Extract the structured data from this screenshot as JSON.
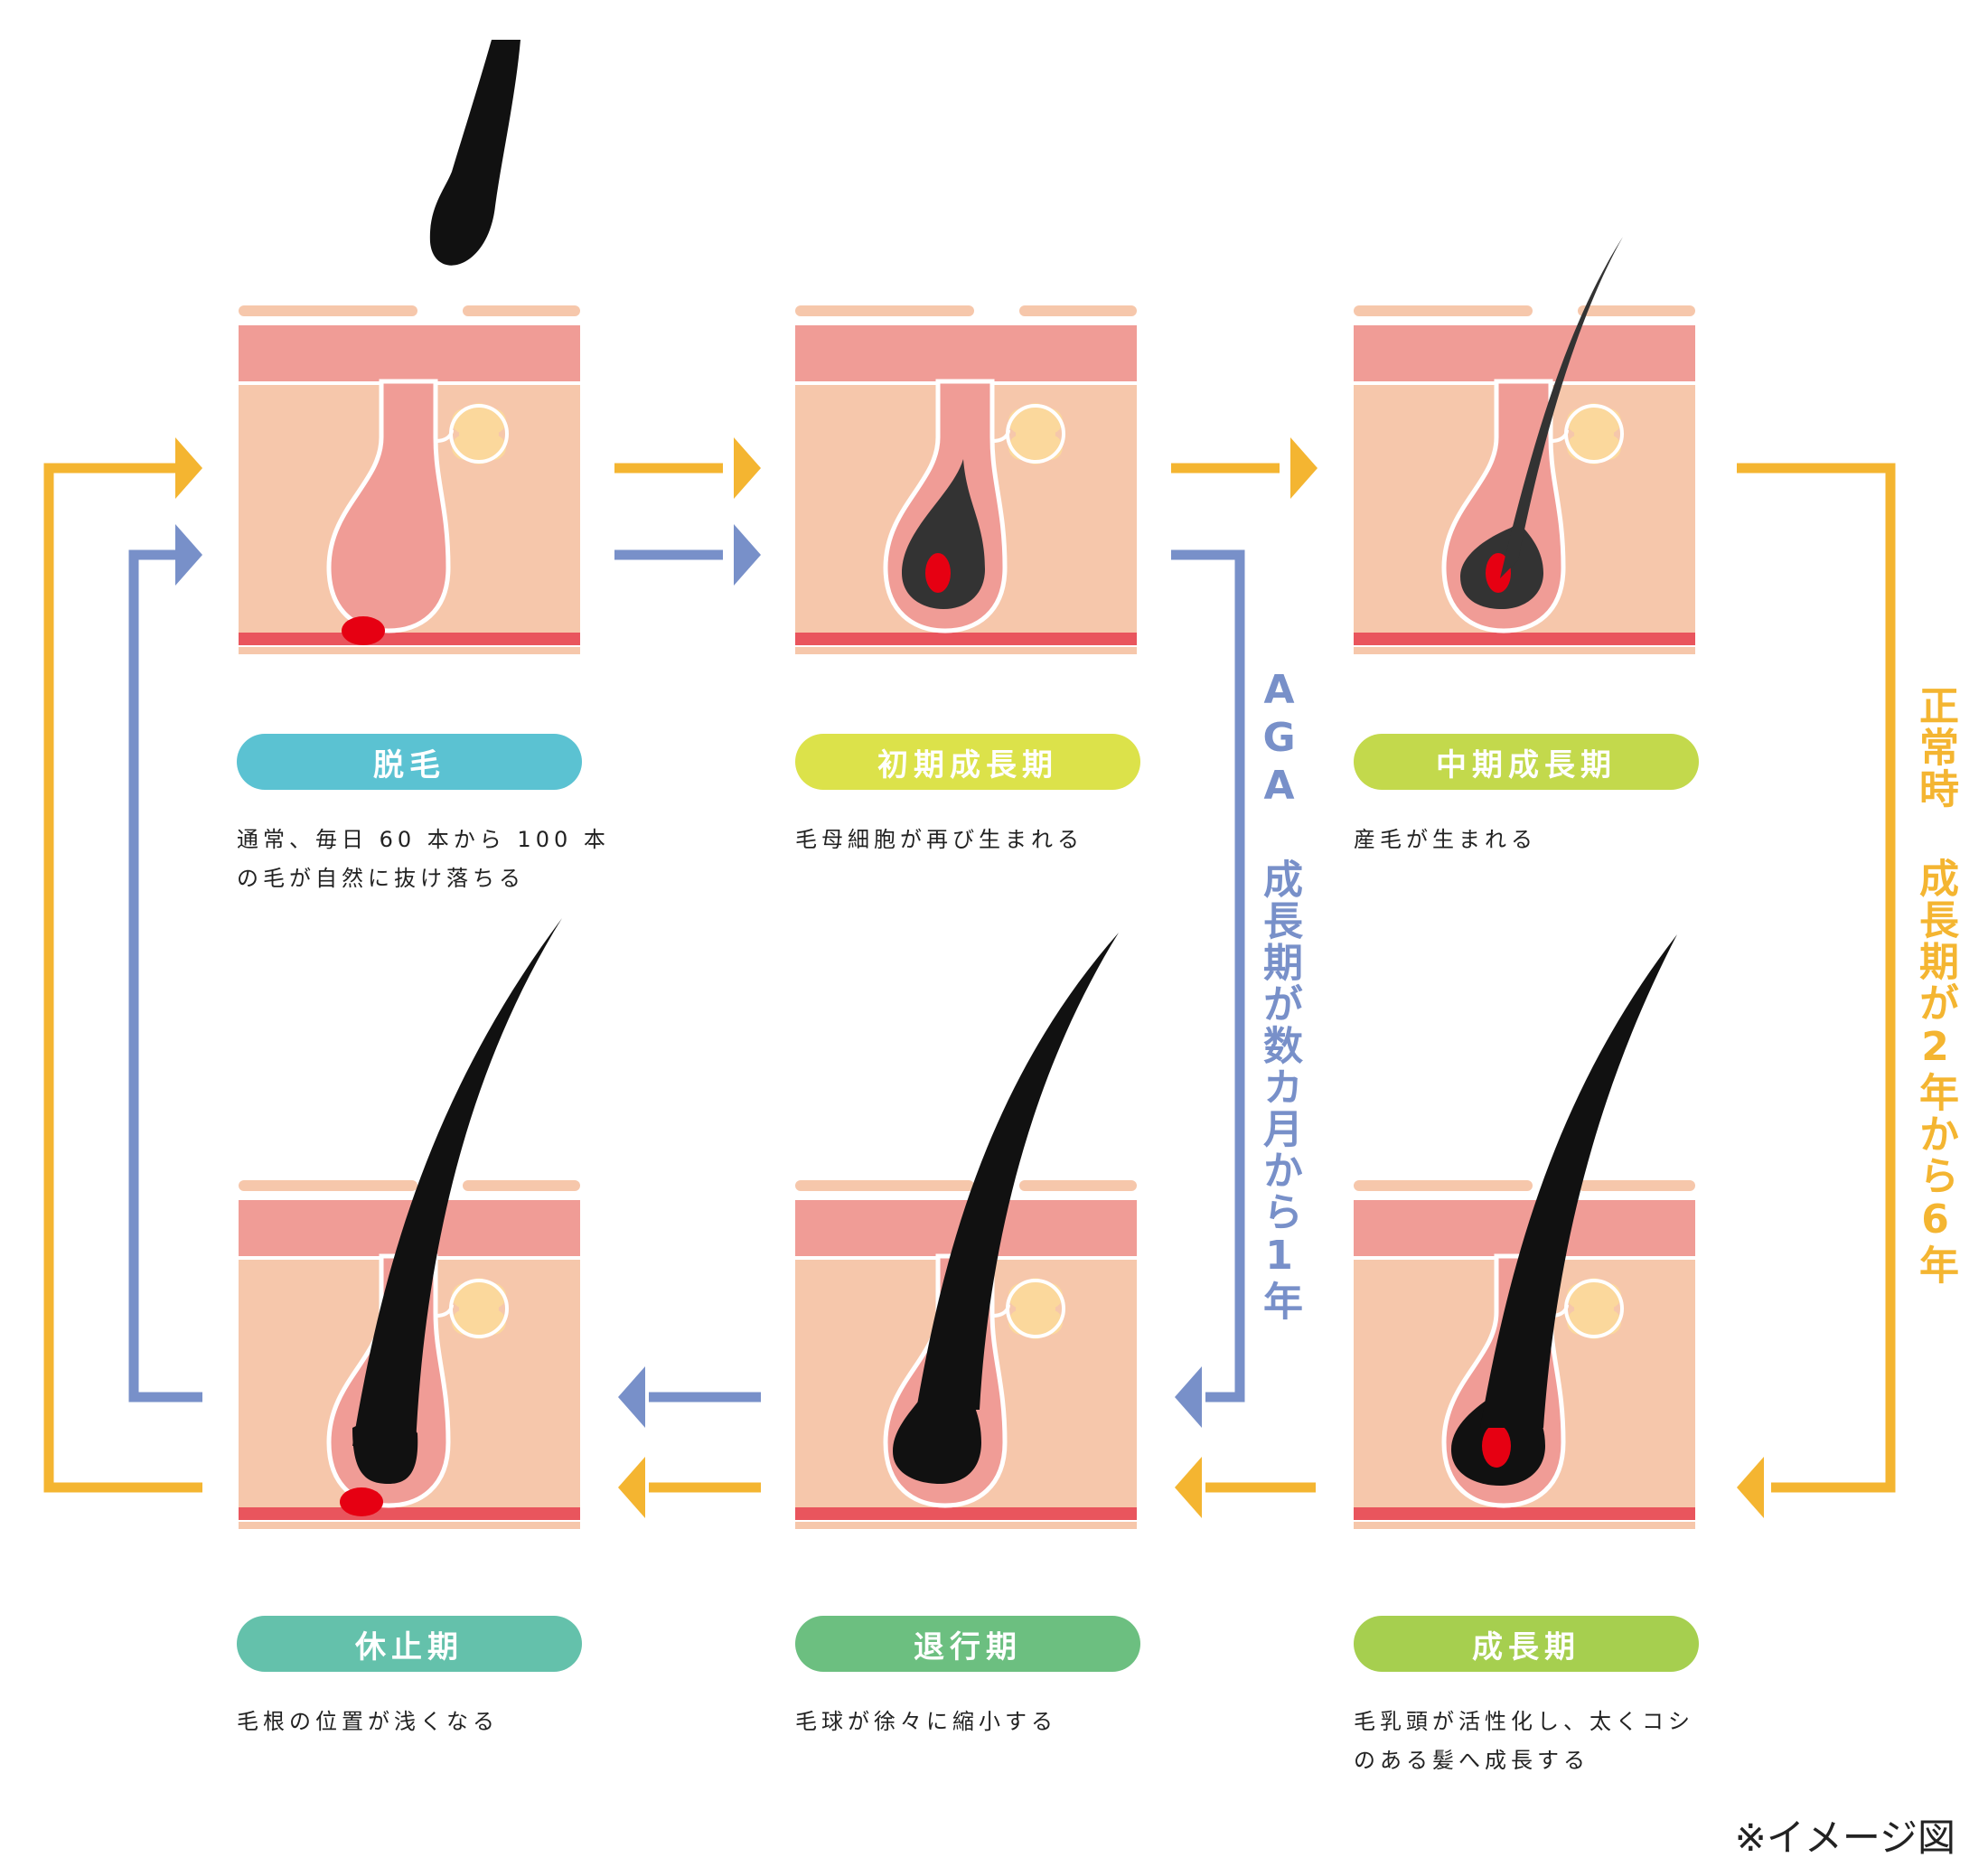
{
  "colors": {
    "arrow_orange": "#f4b531",
    "arrow_blue": "#7890c9",
    "skin_light": "#f6c7ab",
    "skin_dark": "#f09c96",
    "fat_line": "#e9555d",
    "sebaceous": "#fbd89c",
    "hair": "#111111",
    "bulb_dark": "#333333",
    "papilla": "#e60012"
  },
  "stages": [
    {
      "id": "datsumou",
      "label": "脱毛",
      "color": "#5bc2d2",
      "desc": [
        "通常、毎日 60 本から 100 本",
        "の毛が自然に抜け落ちる"
      ]
    },
    {
      "id": "shoki",
      "label": "初期成長期",
      "color": "#dce24a",
      "desc": [
        "毛母細胞が再び生まれる"
      ]
    },
    {
      "id": "chuki",
      "label": "中期成長期",
      "color": "#c3d94c",
      "desc": [
        "産毛が生まれる"
      ]
    },
    {
      "id": "kyushi",
      "label": "休止期",
      "color": "#64c1ab",
      "desc": [
        "毛根の位置が浅くなる"
      ]
    },
    {
      "id": "taiko",
      "label": "退行期",
      "color": "#6cbf80",
      "desc": [
        "毛球が徐々に縮小する"
      ]
    },
    {
      "id": "seicho",
      "label": "成長期",
      "color": "#a6cf4f",
      "desc": [
        "毛乳頭が活性化し、太くコシ",
        "のある髪へ成長する"
      ]
    }
  ],
  "labels": {
    "aga": "AGA 成長期が数カ月から1年",
    "normal": "正常時 成長期が2年から6年",
    "note": "※イメージ図"
  }
}
